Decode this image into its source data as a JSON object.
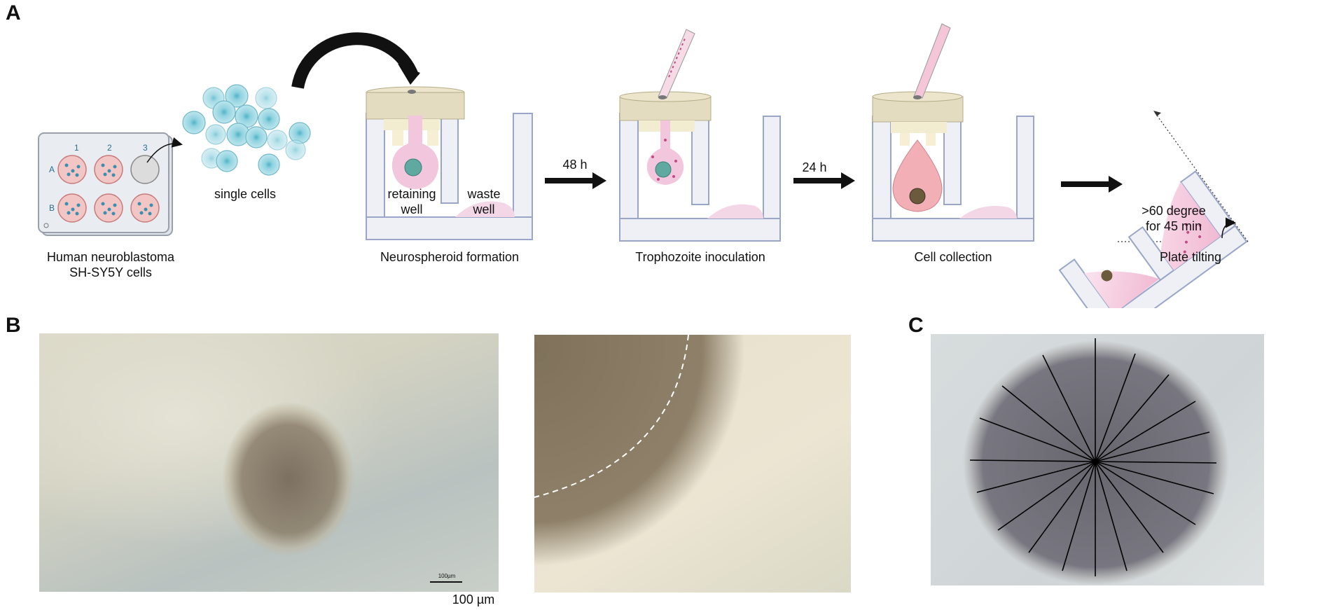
{
  "panels": {
    "a": "A",
    "b": "B",
    "c": "C"
  },
  "plate": {
    "col_labels": [
      "1",
      "2",
      "3"
    ],
    "row_labels": [
      "A",
      "B"
    ]
  },
  "labels": {
    "human_cells_line1": "Human neuroblastoma",
    "human_cells_line2": "SH-SY5Y cells",
    "single_cells": "single cells",
    "retaining_well_1": "retaining",
    "retaining_well_2": "well",
    "waste_well_1": "waste",
    "waste_well_2": "well",
    "neurospheroid": "Neurospheroid formation",
    "trophozoite": "Trophozoite inoculation",
    "collection": "Cell collection",
    "tilting": "Plate tilting",
    "tilt_angle_1": ">60 degree",
    "tilt_angle_2": "for 45 min"
  },
  "steps": {
    "t1": "48 h",
    "t2": "24 h"
  },
  "scale": {
    "small": "100µm",
    "large": "100 µm"
  },
  "colors": {
    "teal_cell": "#8fcfdc",
    "pink_medium": "#f2c9dc",
    "insert_tan": "#e3dcc0",
    "well_outline": "#9aa6c8"
  }
}
